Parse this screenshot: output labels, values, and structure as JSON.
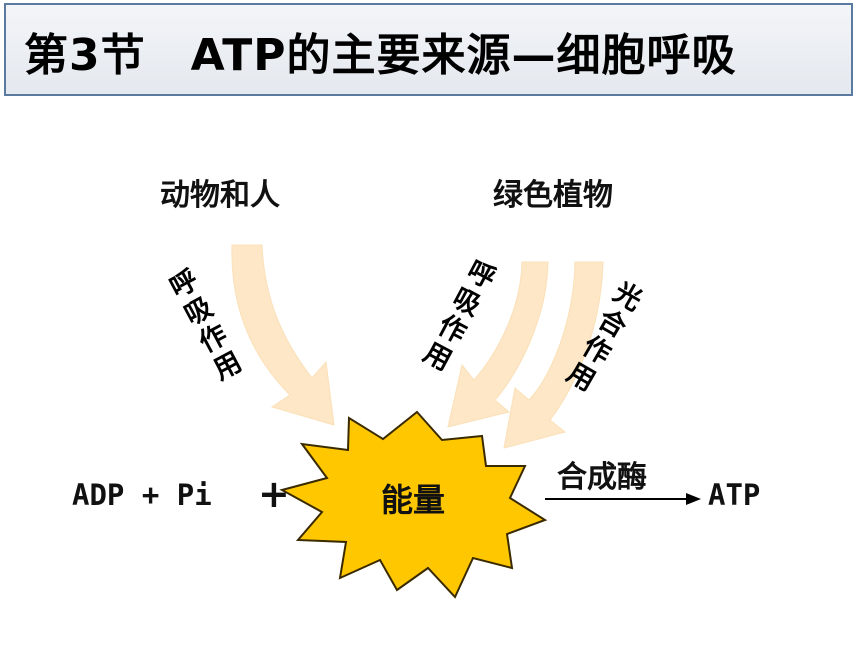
{
  "title": "第3节　ATP的主要来源—细胞呼吸",
  "diagram": {
    "left_group": {
      "label": "动物和人",
      "process": "呼吸作用"
    },
    "right_group": {
      "label": "绿色植物",
      "process_1": "呼吸作用",
      "process_2": "光合作用"
    },
    "center": "能量",
    "reactants": "ADP + Pi",
    "plus": "+",
    "enzyme": "合成酶",
    "product": "ATP"
  },
  "colors": {
    "arrow_fill": "#fde7c6",
    "star_fill": "#ffc700",
    "star_stroke": "#3a2a00",
    "title_border": "#5b7aa0"
  }
}
